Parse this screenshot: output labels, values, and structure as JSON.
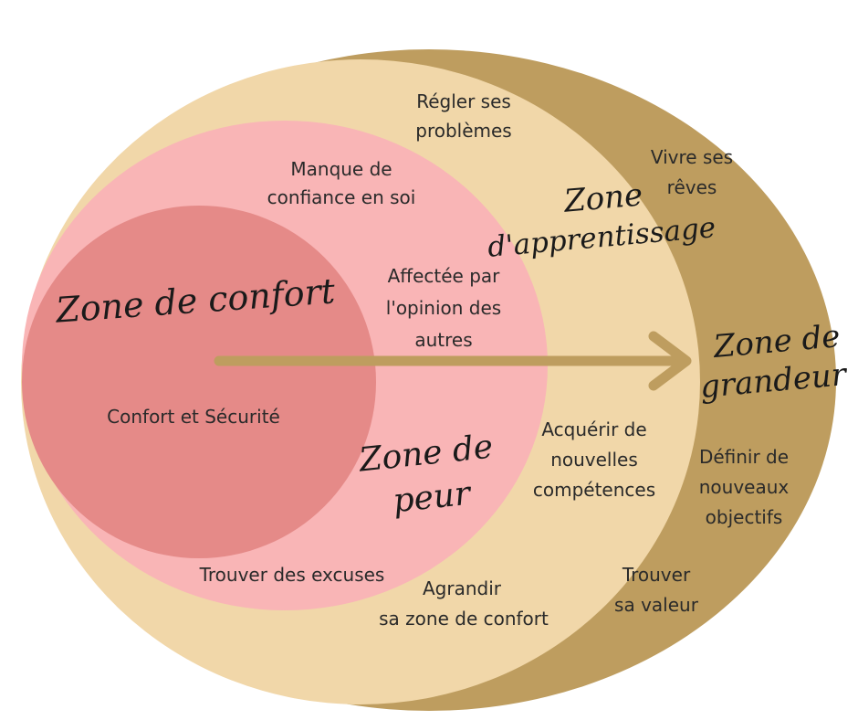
{
  "colors": {
    "grandeur": "#BE9D5F",
    "apprentissage": "#F1D7A9",
    "peur": "#F9B5B6",
    "confort": "#E58A88",
    "arrow": "#BE9D5F",
    "text": "#2a2a2a"
  },
  "zones": {
    "confort": {
      "title": "Zone de confort",
      "description": "Confort et Sécurité"
    },
    "peur": {
      "title_line1": "Zone de",
      "title_line2": "peur",
      "items": {
        "manque": [
          "Manque de",
          "confiance en soi"
        ],
        "opinion": [
          "Affectée par",
          "l'opinion des",
          "autres"
        ],
        "excuses": [
          "Trouver des excuses"
        ]
      }
    },
    "apprentissage": {
      "title_line1": "Zone",
      "title_line2": "d'apprentissage",
      "items": {
        "regler": [
          "Régler ses",
          "problèmes"
        ],
        "acquerir": [
          "Acquérir de",
          "nouvelles",
          "compétences"
        ],
        "agrandir": [
          "Agrandir",
          "sa zone de confort"
        ]
      }
    },
    "grandeur": {
      "title_line1": "Zone de",
      "title_line2": "grandeur",
      "items": {
        "vivre": [
          "Vivre ses",
          "rêves"
        ],
        "definir": [
          "Définir de",
          "nouveaux",
          "objectifs"
        ],
        "trouver": [
          "Trouver",
          "sa valeur"
        ]
      }
    }
  }
}
